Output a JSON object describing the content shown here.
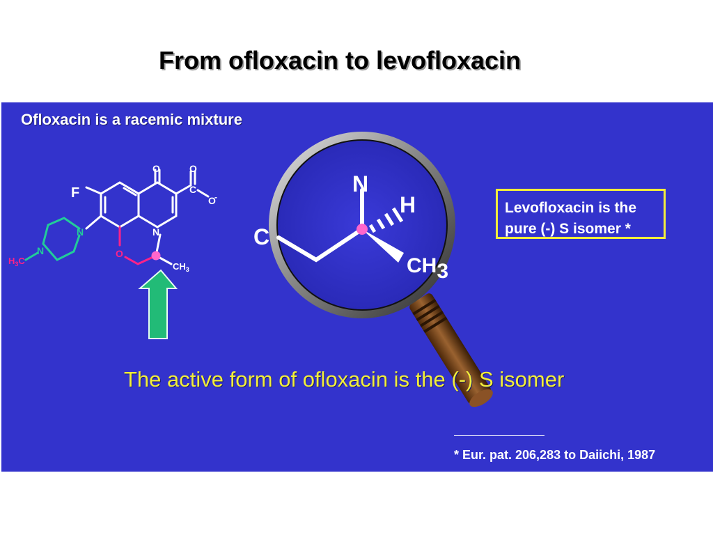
{
  "title": "From ofloxacin to levofloxacin",
  "panel": {
    "heading": "Ofloxacin is a racemic mixture",
    "callout_line1": "Levofloxacin is the",
    "callout_line2": "pure (-) S isomer *",
    "active_form": "The active form of ofloxacin is the (-) S isomer",
    "footnote": "* Eur. pat. 206,283 to Daiichi, 1987"
  },
  "molecule": {
    "fluorine": "F",
    "oxygen": "O",
    "carbon": "C",
    "carboxylate_o": "O",
    "carboxylate_charge": "-",
    "nitrogen": "N",
    "ring_oxygen": "O",
    "methyl": "CH",
    "methyl_sub": "3",
    "n_methyl": "H",
    "n_methyl_sub": "3",
    "n_methyl_c": "C"
  },
  "magnified": {
    "nitrogen": "N",
    "hydrogen": "H",
    "carbon_left": "C",
    "methyl": "CH",
    "methyl_sub": "3"
  },
  "colors": {
    "background": "#3333cc",
    "callout_border": "#f4ee3a",
    "highlight_text": "#f2ee3a",
    "piperazine": "#22cc99",
    "oxazine": "#ff2288",
    "stereocenter": "#ff66cc",
    "arrow": "#22bb77",
    "handle": "#6b3a12"
  },
  "icons": {
    "magnifier": "magnifying-glass-icon",
    "arrow": "up-arrow-icon"
  }
}
